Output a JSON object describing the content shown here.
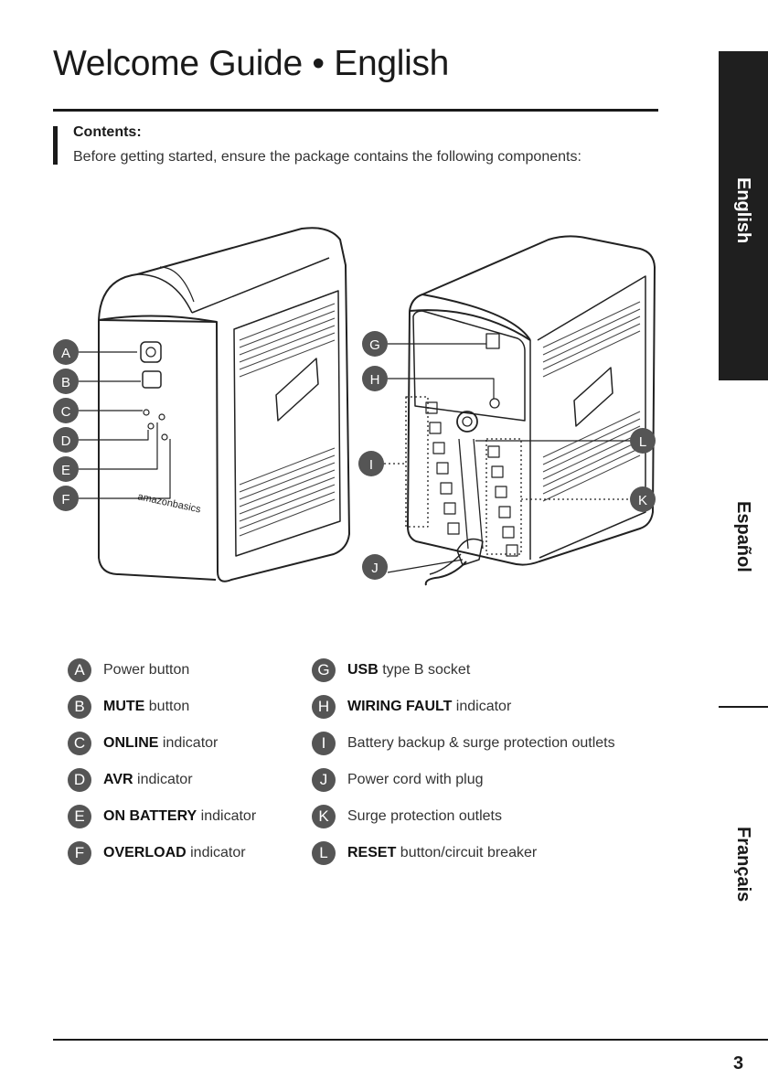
{
  "header": {
    "title": "Welcome Guide • English"
  },
  "contents": {
    "heading": "Contents:",
    "text": "Before getting started, ensure the package contains the following components:"
  },
  "tabs": {
    "english": "English",
    "espanol": "Español",
    "francais": "Français"
  },
  "illustration": {
    "callouts": [
      "A",
      "B",
      "C",
      "D",
      "E",
      "F",
      "G",
      "H",
      "I",
      "J",
      "K",
      "L"
    ]
  },
  "legend": {
    "left": [
      {
        "letter": "A",
        "bold": "",
        "text": "Power button"
      },
      {
        "letter": "B",
        "bold": "MUTE",
        "text": " button"
      },
      {
        "letter": "C",
        "bold": "ONLINE",
        "text": " indicator"
      },
      {
        "letter": "D",
        "bold": "AVR",
        "text": " indicator"
      },
      {
        "letter": "E",
        "bold": "ON BATTERY",
        "text": " indicator"
      },
      {
        "letter": "F",
        "bold": "OVERLOAD",
        "text": " indicator"
      }
    ],
    "right": [
      {
        "letter": "G",
        "bold": "USB",
        "text": " type B socket"
      },
      {
        "letter": "H",
        "bold": "WIRING FAULT",
        "text": " indicator"
      },
      {
        "letter": "I",
        "bold": "",
        "text": "Battery backup & surge protection outlets"
      },
      {
        "letter": "J",
        "bold": "",
        "text": "Power cord with plug"
      },
      {
        "letter": "K",
        "bold": "",
        "text": "Surge protection outlets"
      },
      {
        "letter": "L",
        "bold": "RESET",
        "text": " button/circuit breaker"
      }
    ]
  },
  "footer": {
    "page_number": "3"
  },
  "colors": {
    "ink": "#1a1a1a",
    "badge": "#555555",
    "tab_active": "#1f1f1f"
  }
}
